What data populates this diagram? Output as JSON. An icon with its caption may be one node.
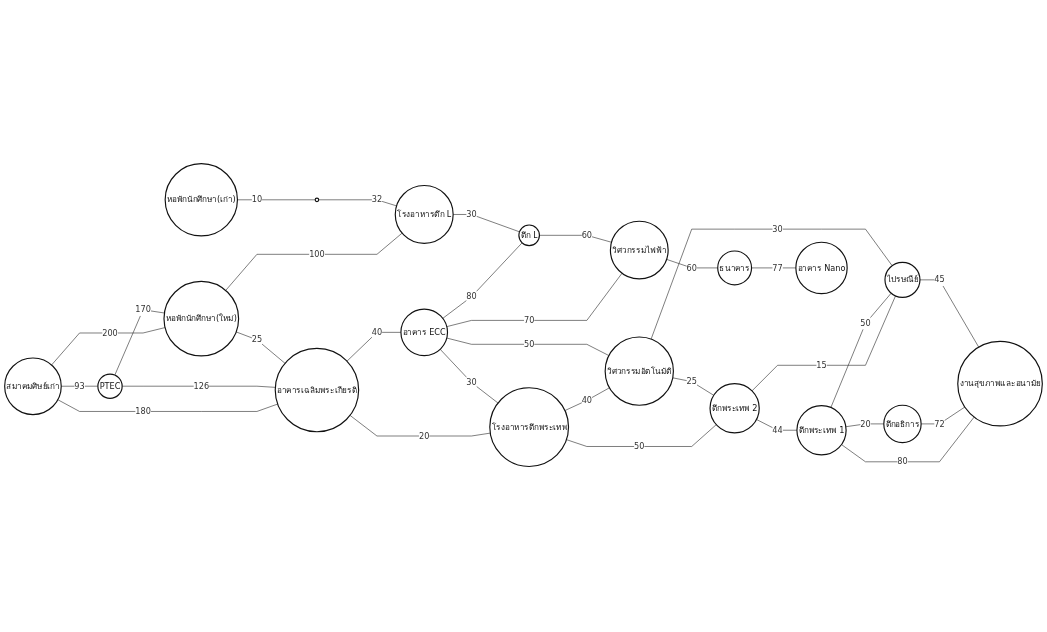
{
  "diagram": {
    "nodes": [
      {
        "text": [
          "สมาคมศิษย์เก่า"
        ]
      },
      {
        "text": [
          "PTEC"
        ]
      },
      {
        "text": [
          "ตึกพระเทพ 1"
        ]
      },
      {
        "text": [
          "ตึกอธิการ"
        ]
      },
      {
        "text": [
          "ตึกพระเทพ 2"
        ]
      },
      {
        "text": [
          "โรงอาหารตึกพระเทพ"
        ]
      },
      {
        "text": [
          "อาคารเฉลิมพระเกียรติ"
        ]
      },
      {
        "text": [
          "หอพักนักศึกษา(ใหม่)"
        ]
      },
      {
        "text": [
          "อาคาร ECC"
        ]
      },
      {
        "text": [
          "วิศวกรรมอัตโนมัติ"
        ]
      },
      {
        "text": [
          "ไปรษณีย์"
        ]
      },
      {
        "text": [
          "งานสุขภาพและอนามัย"
        ]
      },
      {
        "text": [
          "หอพักนักศึกษา(เก่า)"
        ]
      },
      {
        "text": [],
        "shape": "circle"
      },
      {
        "text": [
          "โรงอาหารตึก L"
        ]
      },
      {
        "text": [
          "ตึก L"
        ]
      },
      {
        "text": [
          "วิศวกรรมไฟฟ้า"
        ]
      },
      {
        "text": [
          "ธนาคาร"
        ]
      },
      {
        "text": [
          "อาคาร Nano"
        ]
      }
    ],
    "edges": [
      {
        "from": 0,
        "to": 1,
        "arrow": "none",
        "label": "93"
      },
      {
        "from": 0,
        "to": 7,
        "arrow": "none",
        "label": "200"
      },
      {
        "from": 0,
        "to": 6,
        "arrow": "none",
        "label": "180"
      },
      {
        "from": 1,
        "to": 7,
        "arrow": "none",
        "label": "170"
      },
      {
        "from": 1,
        "to": 6,
        "arrow": "none",
        "label": "126"
      },
      {
        "from": 6,
        "to": 5,
        "arrow": "none",
        "label": "20"
      },
      {
        "from": 7,
        "to": 6,
        "arrow": "none",
        "label": "25"
      },
      {
        "from": 6,
        "to": 8,
        "arrow": "none",
        "label": "40"
      },
      {
        "from": 5,
        "to": 4,
        "arrow": "none",
        "label": "50"
      },
      {
        "from": 8,
        "to": 5,
        "arrow": "none",
        "label": "30"
      },
      {
        "from": 5,
        "to": 9,
        "arrow": "none",
        "label": "40"
      },
      {
        "from": 4,
        "to": 2,
        "arrow": "none",
        "label": "44"
      },
      {
        "from": 2,
        "to": 3,
        "arrow": "none",
        "label": "20"
      },
      {
        "from": 9,
        "to": 4,
        "arrow": "none",
        "label": "25"
      },
      {
        "from": 4,
        "to": 10,
        "arrow": "none",
        "label": "15"
      },
      {
        "from": 2,
        "to": 10,
        "arrow": "none",
        "label": "50"
      },
      {
        "from": 2,
        "to": 11,
        "arrow": "none",
        "label": "80"
      },
      {
        "from": 3,
        "to": 11,
        "arrow": "none",
        "label": "72"
      },
      {
        "from": 8,
        "to": 9,
        "arrow": "none",
        "label": "50"
      },
      {
        "from": 9,
        "to": 10,
        "arrow": "none",
        "label": "30"
      },
      {
        "from": 10,
        "to": 11,
        "arrow": "none",
        "label": "45"
      },
      {
        "from": 7,
        "to": 14,
        "arrow": "none",
        "label": "100"
      },
      {
        "from": 8,
        "to": 15,
        "arrow": "none",
        "label": "80"
      },
      {
        "from": 8,
        "to": 16,
        "arrow": "none",
        "label": "70"
      },
      {
        "from": 12,
        "to": 13,
        "arrow": "none",
        "label": "10"
      },
      {
        "from": 13,
        "to": 14,
        "arrow": "none",
        "label": "32"
      },
      {
        "from": 14,
        "to": 15,
        "arrow": "none",
        "label": "30"
      },
      {
        "from": 15,
        "to": 16,
        "arrow": "none",
        "label": "60"
      },
      {
        "from": 16,
        "to": 17,
        "arrow": "none",
        "label": "60"
      },
      {
        "from": 17,
        "to": 18,
        "arrow": "none",
        "label": "77"
      }
    ]
  }
}
